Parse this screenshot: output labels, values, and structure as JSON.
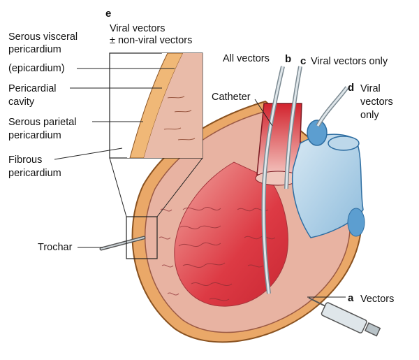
{
  "panel_e": {
    "letter": "e",
    "title_line1": "Viral vectors",
    "title_line2": "± non-viral vectors"
  },
  "layers": {
    "serous_visceral_1": "Serous visceral",
    "serous_visceral_2": "pericardium",
    "serous_visceral_3": "(epicardium)",
    "cavity_1": "Pericardial",
    "cavity_2": "cavity",
    "serous_parietal_1": "Serous parietal",
    "serous_parietal_2": "pericardium",
    "fibrous_1": "Fibrous",
    "fibrous_2": "pericardium"
  },
  "routes": {
    "all_vectors": "All vectors",
    "b_letter": "b",
    "c_letter": "c",
    "c_label": "Viral vectors only",
    "catheter": "Catheter",
    "d_letter": "d",
    "d_line1": "Viral",
    "d_line2": "vectors",
    "d_line3": "only",
    "trochar": "Trochar",
    "a_letter": "a",
    "a_label": "Vectors"
  },
  "colors": {
    "pericardium": "#eaa868",
    "myocardium": "#e8b3a2",
    "chamber": "#df3a45",
    "vein": "#7eb4d8",
    "catheter": "#b9c3c8"
  }
}
